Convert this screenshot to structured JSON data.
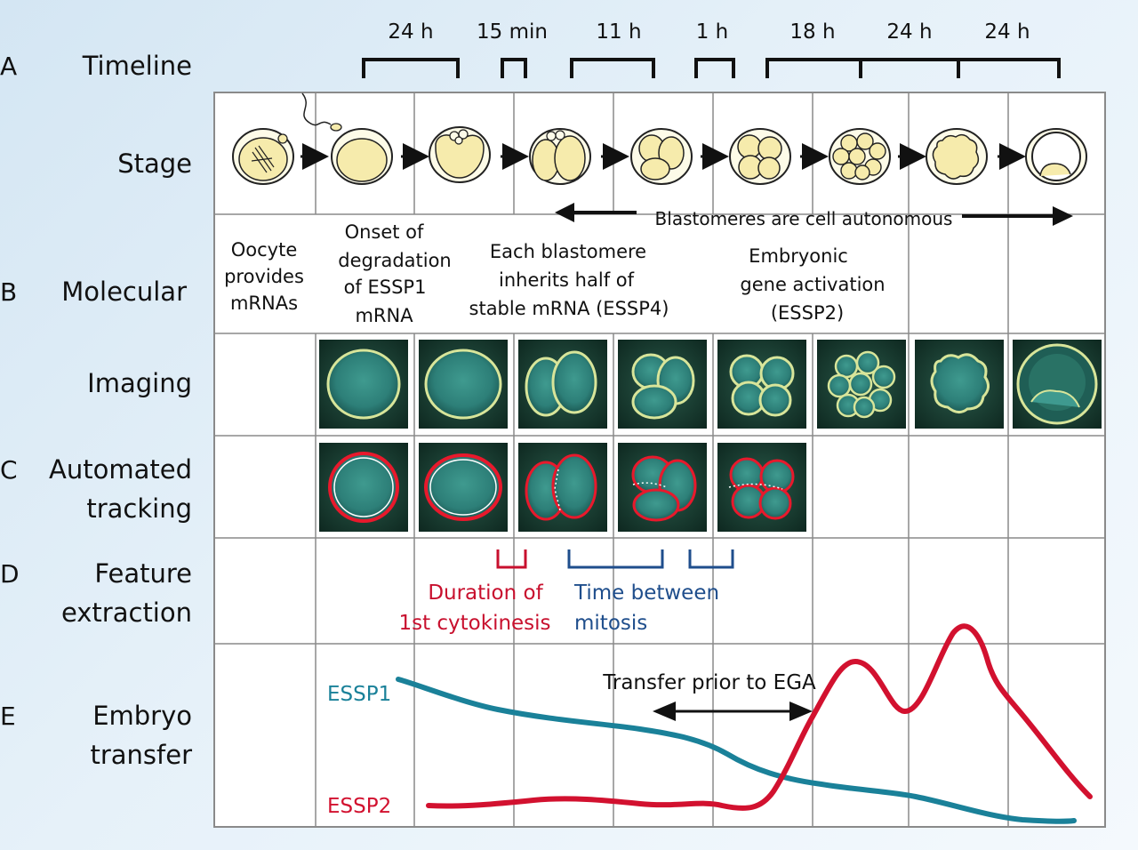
{
  "rows": {
    "A": {
      "letter": "A",
      "label": "Timeline"
    },
    "stage": {
      "label": "Stage"
    },
    "B": {
      "letter": "B",
      "label": "Molecular"
    },
    "imaging": {
      "label": "Imaging"
    },
    "C": {
      "letter": "C",
      "label_line1": "Automated",
      "label_line2": "tracking"
    },
    "D": {
      "letter": "D",
      "label_line1": "Feature",
      "label_line2": "extraction"
    },
    "E": {
      "letter": "E",
      "label_line1": "Embryo",
      "label_line2": "transfer"
    }
  },
  "timeline": {
    "durations": [
      "24 h",
      "15 min",
      "11 h",
      "1 h",
      "18 h",
      "24 h",
      "24 h"
    ]
  },
  "blastomere_banner": "Blastomeres are cell autonomous",
  "molecular": {
    "col1": [
      "Oocyte",
      "provides",
      "mRNAs"
    ],
    "col2": [
      "Onset of",
      "degradation",
      "of ESSP1",
      "mRNA"
    ],
    "col3": [
      "Each blastomere",
      "inherits half of",
      "stable mRNA (ESSP4)"
    ],
    "col4": [
      "Embryonic",
      "gene activation",
      "(ESSP2)"
    ]
  },
  "features": {
    "cytokinesis": {
      "line1": "Duration of",
      "line2": "1st cytokinesis",
      "color": "#c8102e"
    },
    "mitosis": {
      "line1": "Time between",
      "line2": "mitosis",
      "color": "#1f4e8c"
    }
  },
  "transfer": {
    "annotation": "Transfer prior to EGA",
    "essp1": {
      "name": "ESSP1",
      "color": "#1a8199"
    },
    "essp2": {
      "name": "ESSP2",
      "color": "#d2112f"
    }
  },
  "colors": {
    "accent_red": "#d2112f",
    "accent_blue": "#1f4e8c",
    "teal": "#1a8199",
    "background": "#dcebf6"
  },
  "icons": {
    "stage_embryos": "embryo-stage-icon",
    "stage_arrows": "right-arrow-icon",
    "imaging_panels": "microscope-image",
    "tracking_panels": "tracked-cell-image"
  }
}
